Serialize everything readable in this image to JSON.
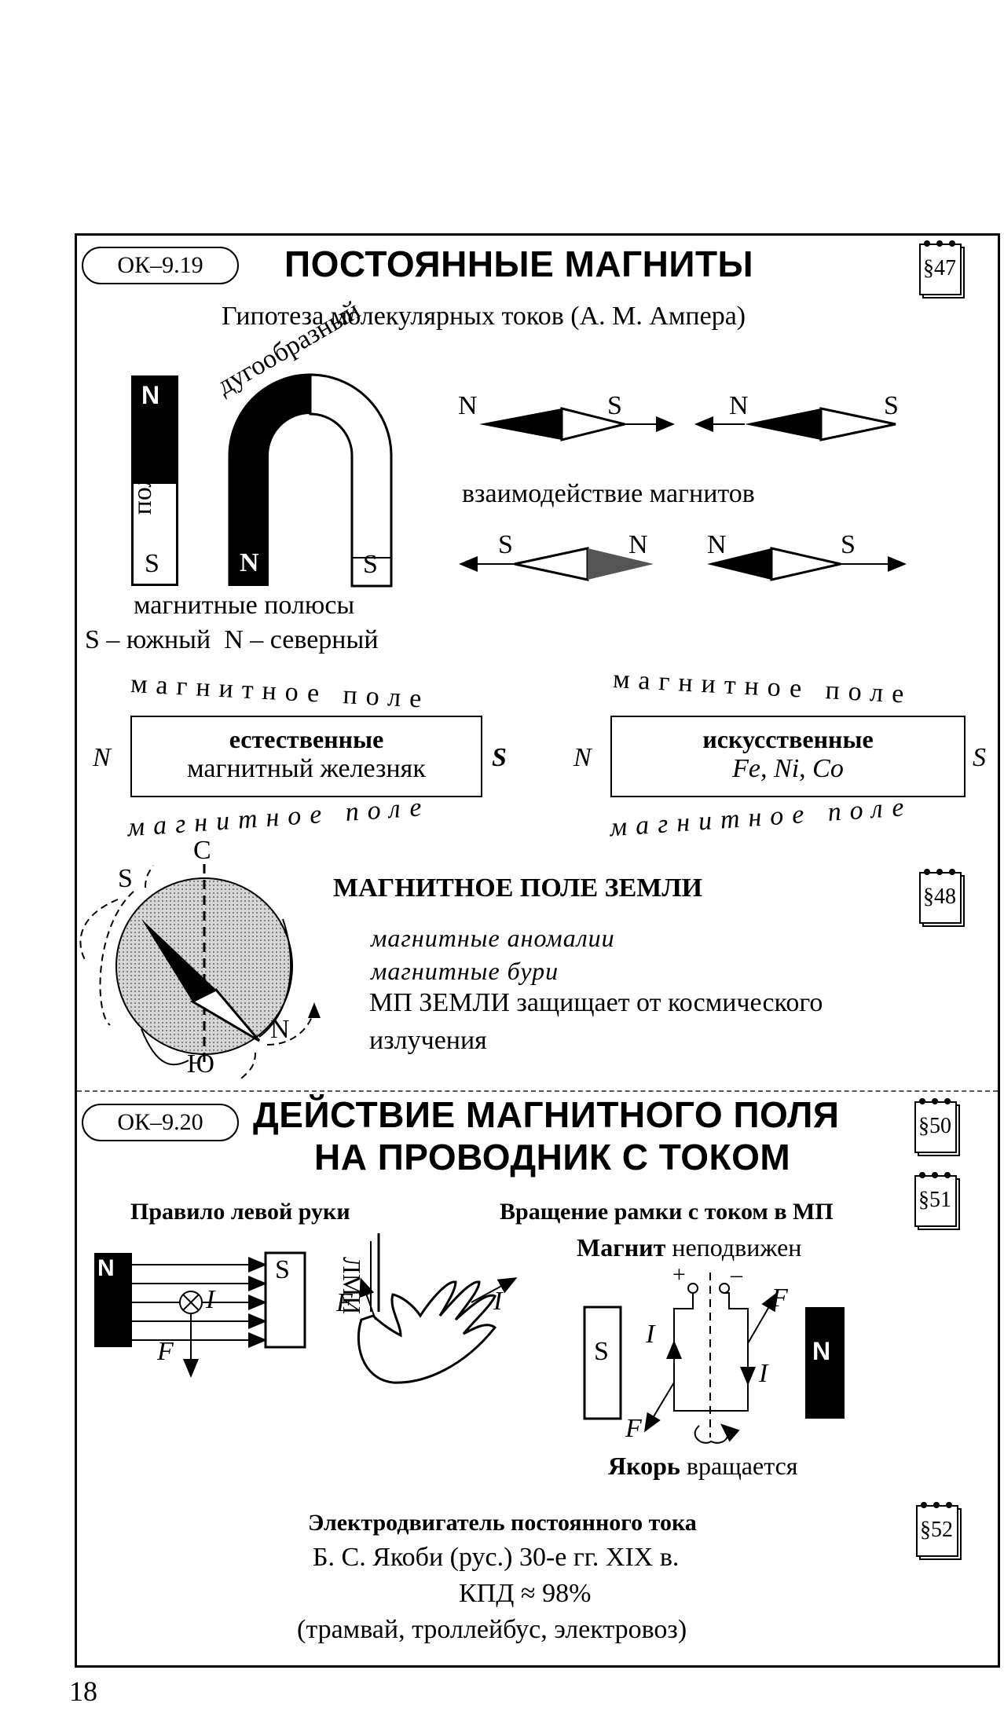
{
  "section1": {
    "label": "ОК–9.19",
    "title": "ПОСТОЯННЫЕ МАГНИТЫ",
    "para": "§47",
    "subtitle": "Гипотеза молекулярных токов (А. М. Ампера)",
    "bar_label": "полосовой",
    "horseshoe_label": "дугообразный",
    "pole_N": "N",
    "pole_S": "S",
    "interaction_label": "взаимодействие магнитов",
    "poles_caption": "магнитные полюсы",
    "poles_legend": "S – южный  N – северный",
    "field_label": "магнитное поле",
    "natural_title": "естественные",
    "natural_example": "магнитный железняк",
    "artificial_title": "искусственные",
    "artificial_example": "Fe, Ni, Co"
  },
  "earth": {
    "title": "МАГНИТНОЕ ПОЛЕ ЗЕМЛИ",
    "para": "§48",
    "item1": "магнитные аномалии",
    "item2": "магнитные бури",
    "item3": "МП ЗЕМЛИ защищает от космического",
    "item3b": "излучения",
    "north": "С",
    "south": "Ю",
    "pole_S": "S",
    "pole_N": "N"
  },
  "section2": {
    "label": "ОК–9.20",
    "title_line1": "ДЕЙСТВИЕ МАГНИТНОГО ПОЛЯ",
    "title_line2": "НА ПРОВОДНИК С ТОКОМ",
    "para1": "§50",
    "para2": "§51",
    "para3": "§52",
    "left_hand_rule": "Правило левой руки",
    "frame_rotation": "Вращение рамки с током в МП",
    "magnet_bold": "Магнит",
    "magnet_rest": " неподвижен",
    "force": "F",
    "current": "I",
    "lmi": "ЛМИ",
    "plus": "+",
    "minus": "–",
    "armature_bold": "Якорь",
    "armature_rest": " вращается",
    "motor_title": "Электродвигатель постоянного тока",
    "motor_line1": "Б. С. Якоби (рус.) 30-е гг. XIX в.",
    "motor_line2": "КПД ≈ 98%",
    "motor_line3": "(трамвай, троллейбус, электровоз)"
  },
  "page_number": "18"
}
